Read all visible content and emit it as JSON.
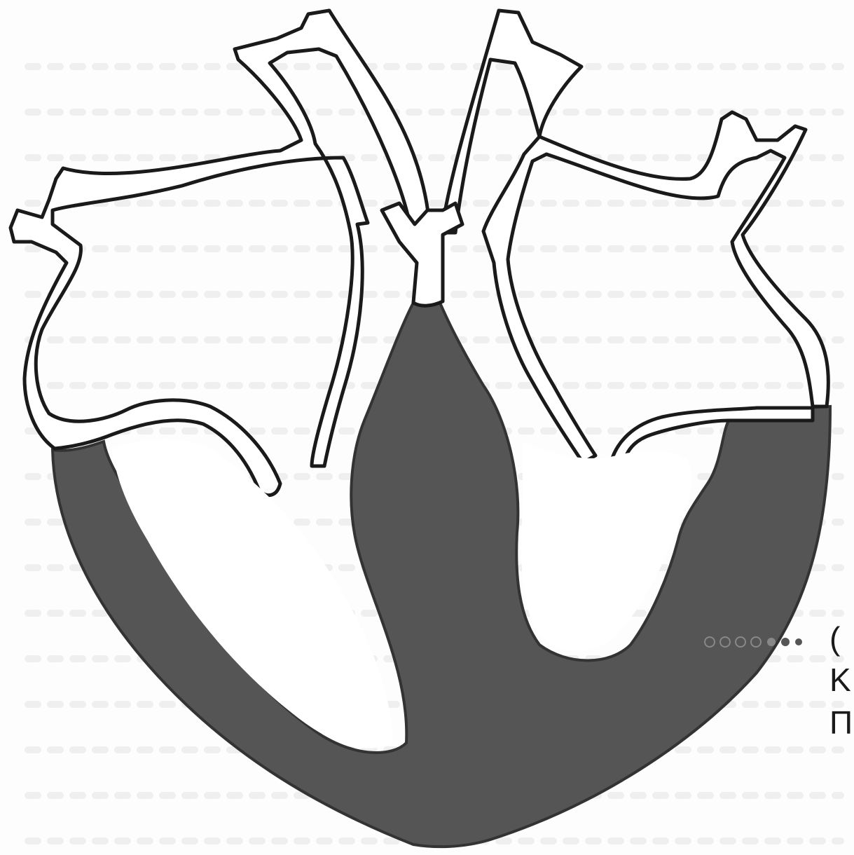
{
  "colors": {
    "muscle": "#555555",
    "outline": "#1a1a1a",
    "background": "#fdfdfd",
    "ghost_text": "#eeeeee"
  },
  "label_fragments": [
    "(",
    "K",
    "П"
  ],
  "icons": {
    "marker": "dotted-leader-line"
  }
}
